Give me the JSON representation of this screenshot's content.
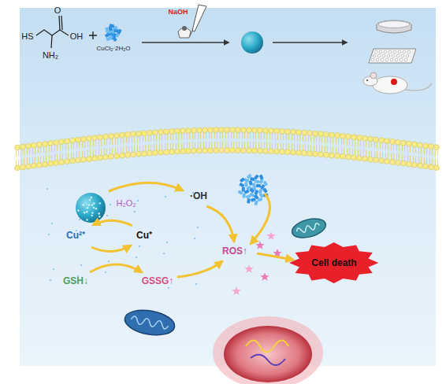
{
  "diagram": {
    "nodes": [
      {
        "text": [
          "Cell death"
        ]
      }
    ],
    "labels": [
      "O",
      "HS",
      "OH",
      "NH₂",
      "CuCl₂·2H₂O",
      "NaOH",
      "H₂O₂",
      "·OH",
      "Cu²⁺",
      "Cu⁺",
      "GSH↓",
      "GSSG↑",
      "ROS↑"
    ]
  }
}
